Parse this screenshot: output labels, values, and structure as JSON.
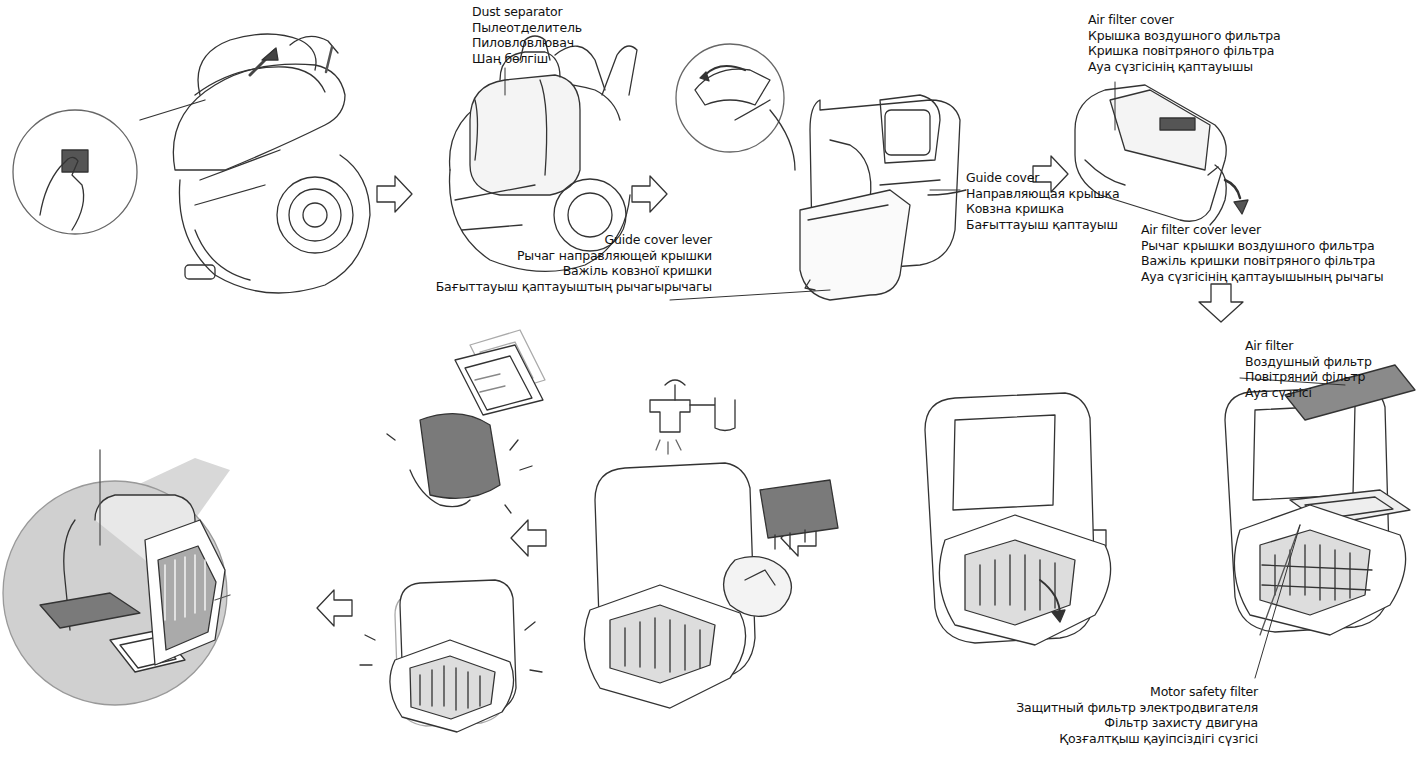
{
  "diagram": {
    "labels": [
      "Dust separator",
      "Пылеотделитель",
      "Пиловловлювач",
      "Шаң бөлгіш",
      "Air filter cover",
      "Крышка воздушного фильтра",
      "Кришка повітряного фільтра",
      "Ауа сүзгісінің қаптауышы",
      "Guide cover",
      "Направляющая крышка",
      "Ковзна кришка",
      "Бағыттауыш қаптауыш",
      "Guide cover lever",
      "Рычаг направляющей крышки",
      "Важіль ковзної кришки",
      "Бағыттауыш қаптауыштың рычагырычагы",
      "Air filter cover lever",
      "Рычаг крышки воздушного фильтра",
      "Важіль кришки повітряного фільтра",
      "Ауа сүзгісінің қаптауышының рычагы",
      "Air filter",
      "Воздушный фильтр",
      "Повітряний фільтр",
      "Ауа сүзгісі",
      "Motor safety filter",
      "Защитный фильтр электродвигателя",
      "Фільтр захисту двигуна",
      "Қозғалтқыш қауіпсіздігі сүзгісі"
    ]
  }
}
